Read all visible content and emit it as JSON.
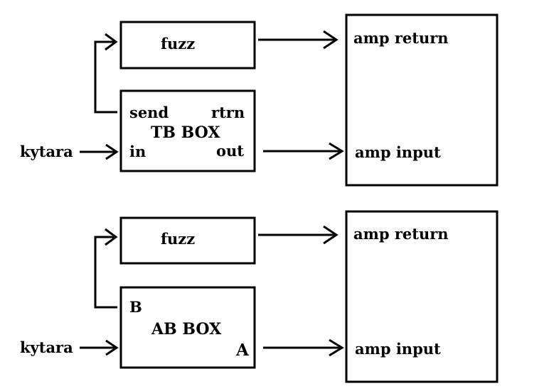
{
  "diagram_top": {
    "fuzz_label": "fuzz",
    "box_title": "TB BOX",
    "send_label": "send",
    "return_label": "rtrn",
    "in_label": "in",
    "out_label": "out",
    "source_label": "kytara",
    "amp_return_label": "amp return",
    "amp_input_label": "amp input"
  },
  "diagram_bottom": {
    "fuzz_label": "fuzz",
    "box_title": "AB BOX",
    "b_label": "B",
    "a_label": "A",
    "source_label": "kytara",
    "amp_return_label": "amp return",
    "amp_input_label": "amp input"
  }
}
